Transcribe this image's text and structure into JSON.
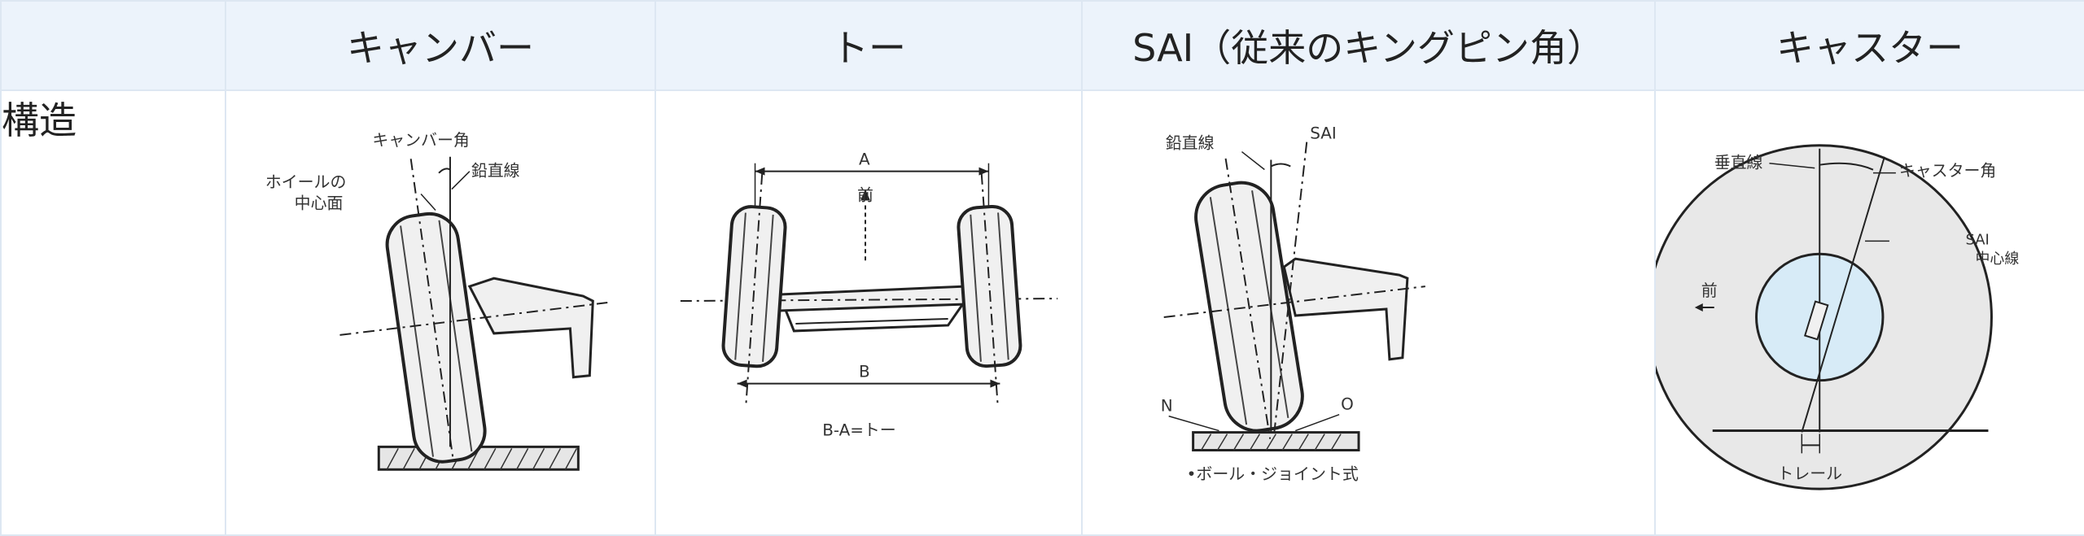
{
  "table": {
    "headers": [
      "",
      "キャンバー",
      "トー",
      "SAI（従来のキングピン角）",
      "キャスター"
    ],
    "row_label": "構造"
  },
  "figures": {
    "camber": {
      "icon": "camber-diagram",
      "labels": {
        "angle": "キャンバー角",
        "plane_1": "ホイールの",
        "plane_2": "中心面",
        "vertical": "鉛直線"
      }
    },
    "toe": {
      "icon": "toe-diagram",
      "labels": {
        "a": "A",
        "front": "前",
        "b": "B",
        "formula": "B-A=トー"
      }
    },
    "sai": {
      "icon": "sai-diagram",
      "labels": {
        "vertical": "鉛直線",
        "sai": "SAI",
        "n": "N",
        "o": "O",
        "note": "•ボール・ジョイント式"
      }
    },
    "caster": {
      "icon": "caster-diagram",
      "labels": {
        "vertical": "垂直線",
        "angle": "キャスター角",
        "sai_1": "SAI",
        "sai_2": "中心線",
        "front": "前",
        "trail": "トレール"
      }
    }
  }
}
